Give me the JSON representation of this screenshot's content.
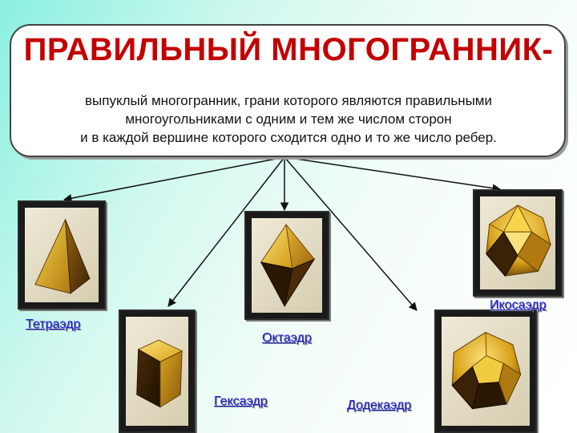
{
  "title": "ПРАВИЛЬНЫЙ МНОГОГРАННИК-",
  "definition": {
    "line1": "выпуклый многогранник, грани которого являются правильными",
    "line2": "многоугольниками с одним и тем же числом сторон",
    "line3": "и в каждой вершине которого сходится одно и то же число ребер."
  },
  "polyhedra": {
    "tetrahedron": "Тетраэдр",
    "octahedron": "Октаэдр",
    "hexahedron": "Гексаэдр",
    "dodecahedron": "Додекаэдр",
    "icosahedron": "Икосаэдр"
  },
  "colors": {
    "title": "#c40000",
    "label": "#1a1ad6",
    "gold_light": "#f7d54a",
    "gold_mid": "#d9a21a",
    "gold_dark": "#7a4a05",
    "shadow_face": "#2a1804"
  }
}
